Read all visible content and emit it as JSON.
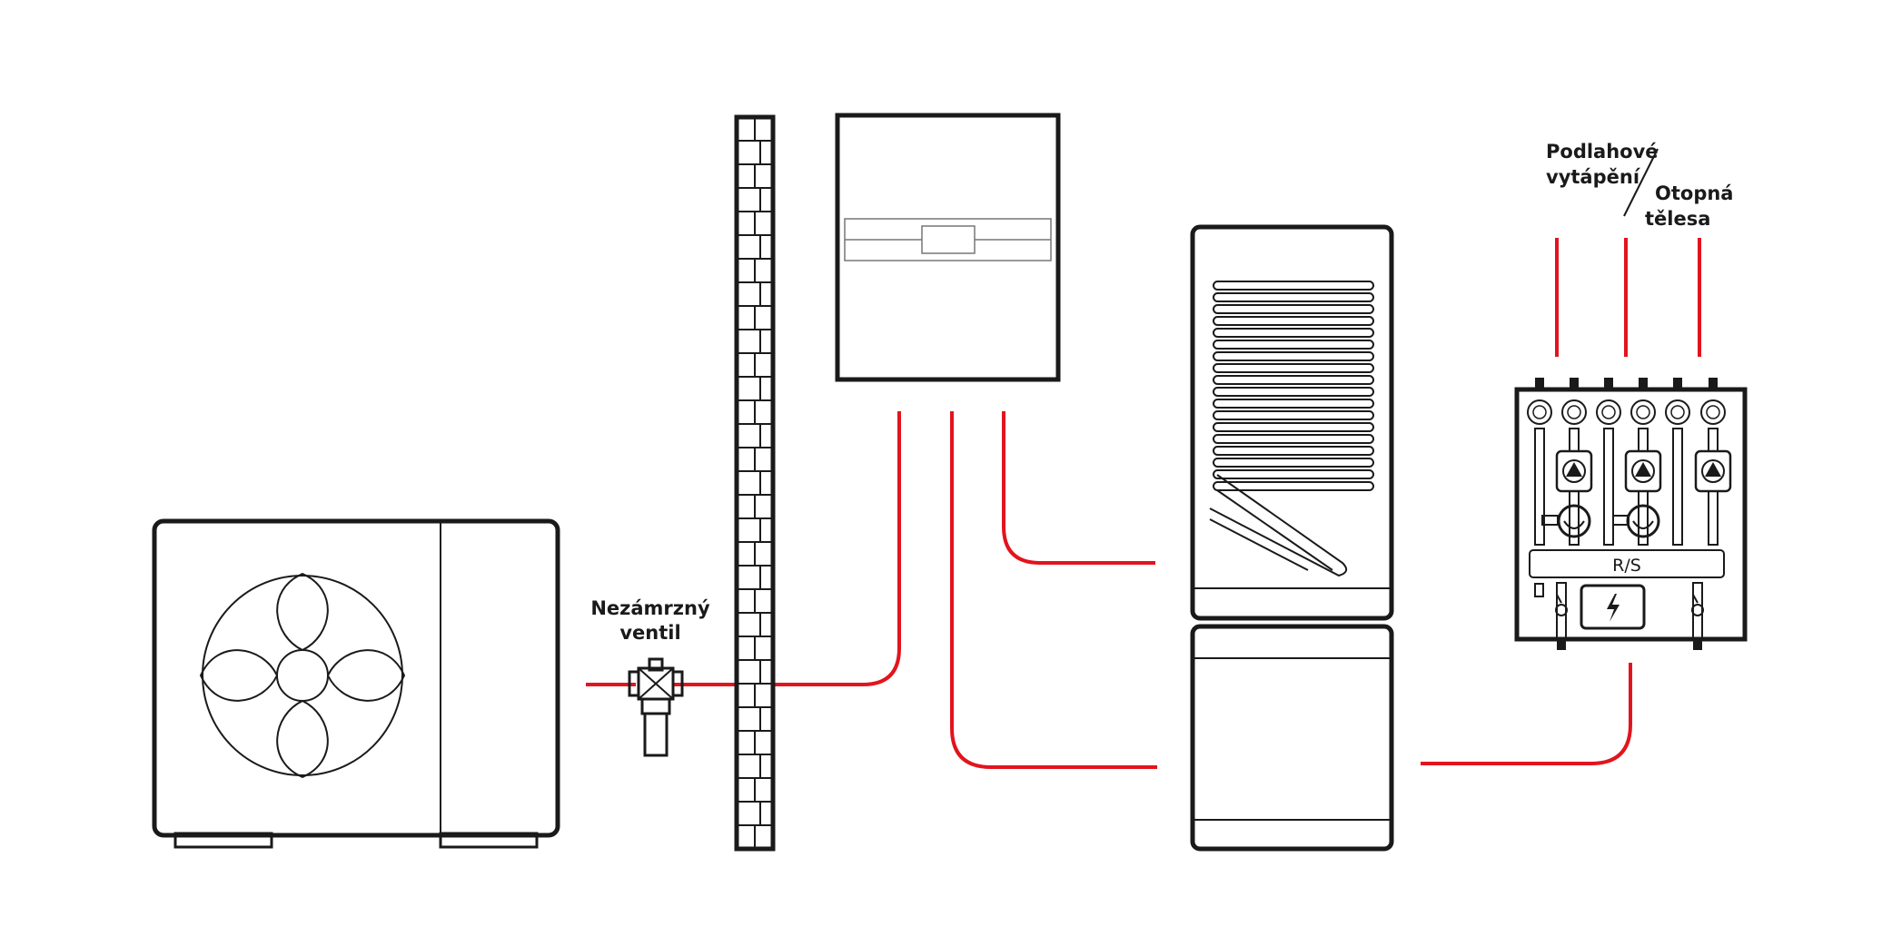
{
  "labels": {
    "valve_line1": "Nezámrzný",
    "valve_line2": "ventil",
    "floor_line1": "Podlahové",
    "floor_line2": "vytápění",
    "rad_line1": "Otopná",
    "rad_line2": "tělesa",
    "manifold": "R/S"
  },
  "colors": {
    "pipe": "#e2141e",
    "outline": "#1a1a1a",
    "background": "#ffffff"
  },
  "icons": [
    "fan-icon",
    "pump-icon",
    "lightning-icon",
    "valve-icon",
    "brick-wall"
  ]
}
